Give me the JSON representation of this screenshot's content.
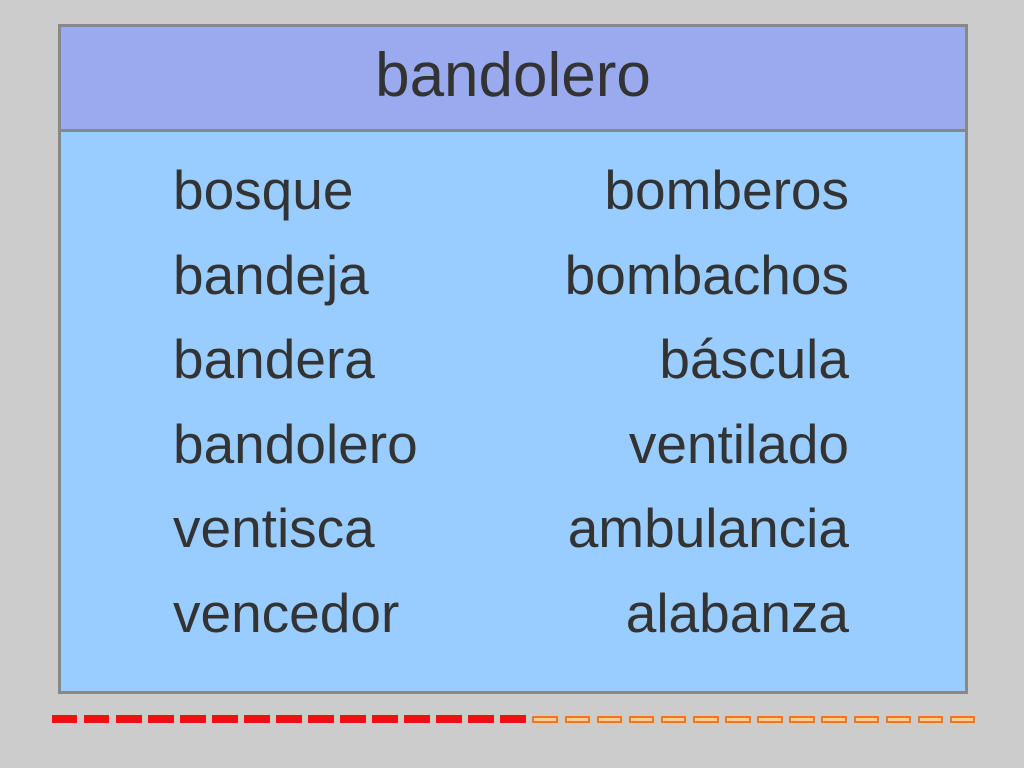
{
  "title": "bandolero",
  "words": {
    "left": [
      "bosque",
      "bandeja",
      "bandera",
      "bandolero",
      "ventisca",
      "vencedor"
    ],
    "right": [
      "bomberos",
      "bombachos",
      "báscula",
      "ventilado",
      "ambulancia",
      "alabanza"
    ]
  },
  "progress": {
    "completed": 15,
    "total": 29
  },
  "colors": {
    "background": "#cccccc",
    "header": "#99aaee",
    "body": "#99ccff",
    "border": "#888888",
    "text": "#333333",
    "progress_done": "#ee1111",
    "progress_todo_fill": "#ffcc99",
    "progress_todo_border": "#ee7722"
  }
}
